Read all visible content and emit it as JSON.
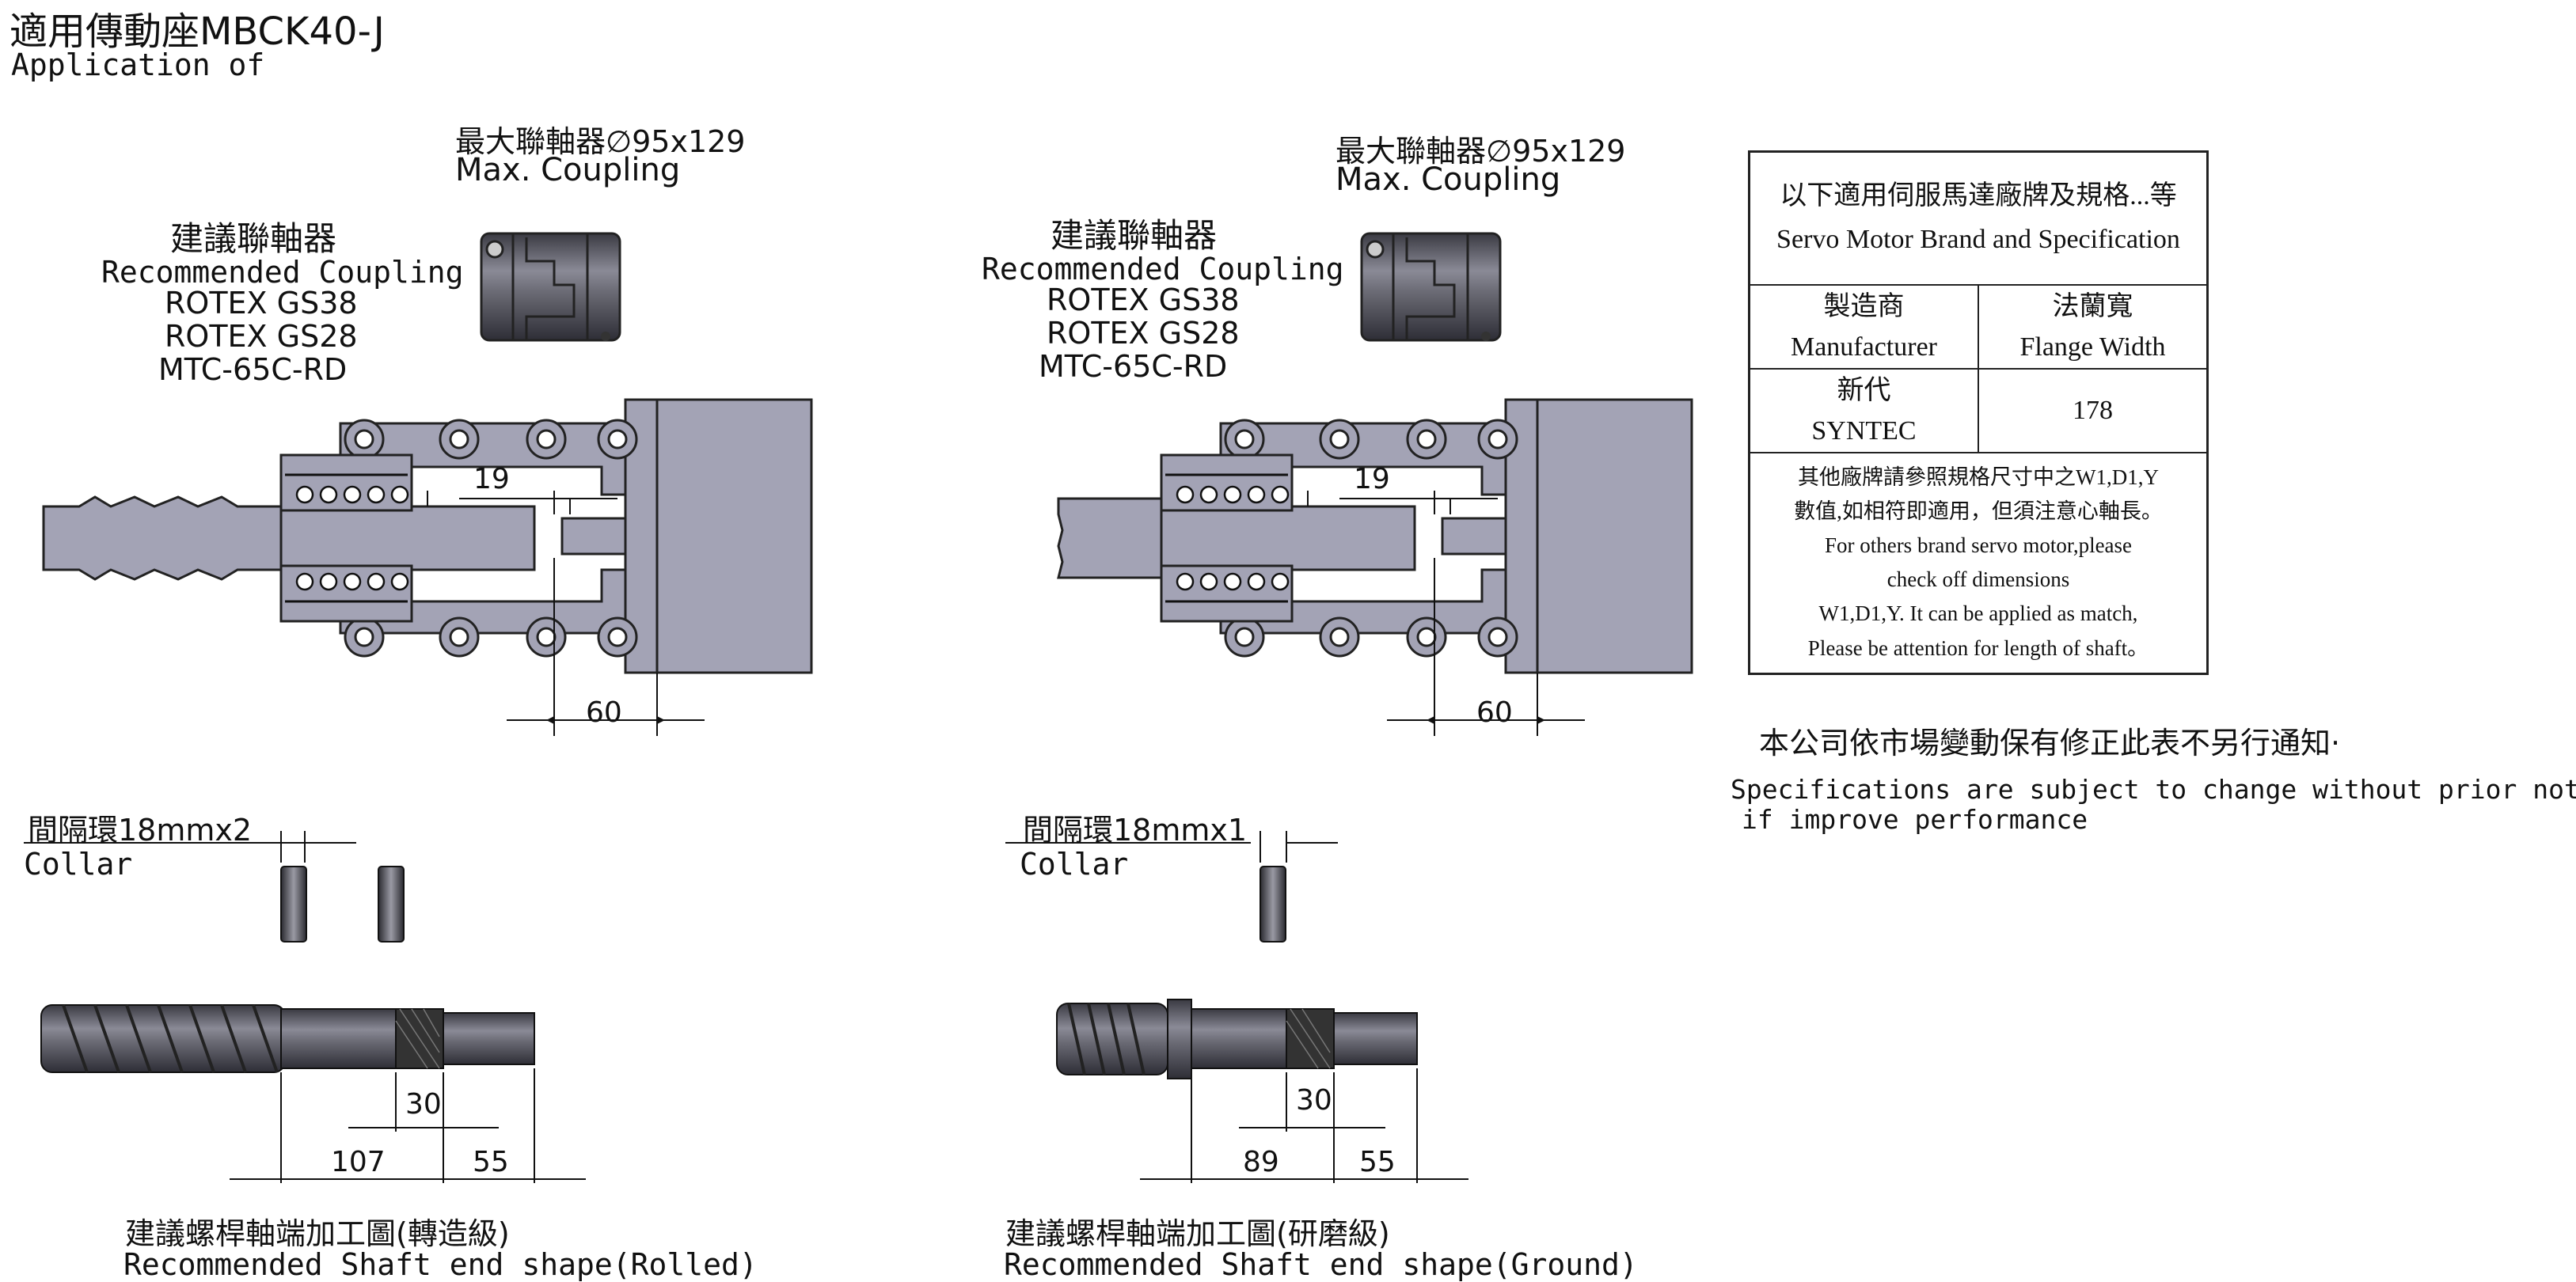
{
  "header": {
    "title": "適用傳動座MBCK40-J",
    "subtitle": "Application of"
  },
  "left_assembly": {
    "max_coupling_zh": "最大聯軸器∅95x129",
    "max_coupling_en": "Max. Coupling",
    "recommended_zh": "建議聯軸器",
    "recommended_en": "Recommended Coupling",
    "models": [
      "ROTEX GS38",
      "ROTEX GS28",
      "MTC-65C-RD"
    ],
    "dim_19": "19",
    "dim_60": "60"
  },
  "right_assembly": {
    "max_coupling_zh": "最大聯軸器∅95x129",
    "max_coupling_en": "Max. Coupling",
    "recommended_zh": "建議聯軸器",
    "recommended_en": "Recommended Coupling",
    "models": [
      "ROTEX GS38",
      "ROTEX GS28",
      "MTC-65C-RD"
    ],
    "dim_19": "19",
    "dim_60": "60"
  },
  "left_collar": {
    "label_zh": "間隔環18mmx2",
    "label_en": "Collar"
  },
  "right_collar": {
    "label_zh": "間隔環18mmx1",
    "label_en": "Collar"
  },
  "left_shaft": {
    "dims": {
      "d30": "30",
      "d107": "107",
      "d55": "55"
    },
    "caption_zh": "建議螺桿軸端加工圖(轉造級)",
    "caption_en": "Recommended Shaft end shape(Rolled)"
  },
  "right_shaft": {
    "dims": {
      "d30": "30",
      "d89": "89",
      "d55": "55"
    },
    "caption_zh": "建議螺桿軸端加工圖(研磨級)",
    "caption_en": "Recommended Shaft end shape(Ground)"
  },
  "spec_table": {
    "header_zh": "以下適用伺服馬達廠牌及規格...等",
    "header_en": "Servo Motor Brand and Specification",
    "col1_zh": "製造商",
    "col1_en": "Manufacturer",
    "col2_zh": "法蘭寬",
    "col2_en": "Flange Width",
    "row_brand_zh": "新代",
    "row_brand_en": "SYNTEC",
    "row_value": "178",
    "note_lines": [
      "其他廠牌請參照規格尺寸中之W1,D1,Y",
      "數值,如相符即適用，但須注意心軸長。",
      "For others brand servo motor,please",
      "check off dimensions",
      "W1,D1,Y. It can be applied as match,",
      "Please be attention for length of shaft。"
    ]
  },
  "notice": {
    "zh": "本公司依市場變動保有修正此表不另行通知·",
    "en_line1": "Specifications are subject to change without prior notice",
    "en_line2": "if improve performance"
  },
  "colors": {
    "part_fill": "#a3a3b5",
    "part_stroke": "#222222",
    "metal_dark": "#55555f"
  }
}
